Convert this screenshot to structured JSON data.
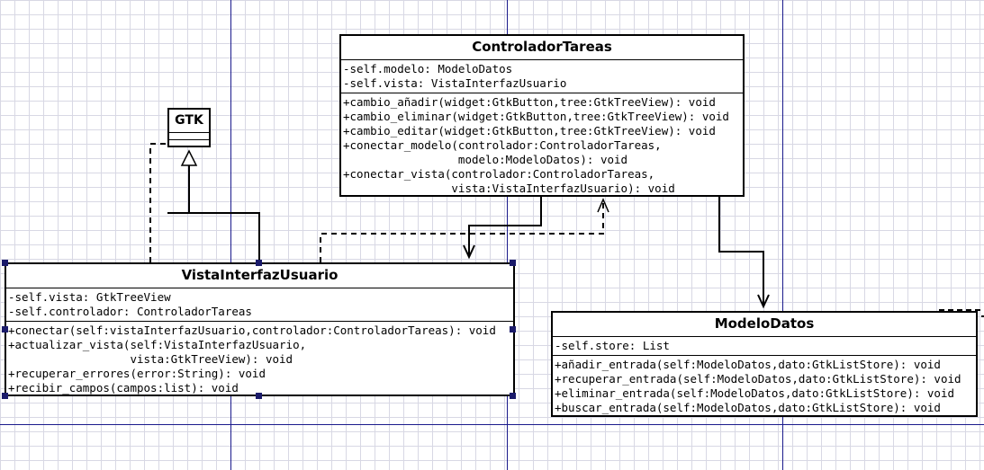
{
  "gtk": {
    "name": "GTK"
  },
  "controlador": {
    "name": "ControladorTareas",
    "attributes": [
      "-self.modelo: ModeloDatos",
      "-self.vista: VistaInterfazUsuario"
    ],
    "methods": [
      "+cambio_añadir(widget:GtkButton,tree:GtkTreeView): void",
      "+cambio_eliminar(widget:GtkButton,tree:GtkTreeView): void",
      "+cambio_editar(widget:GtkButton,tree:GtkTreeView): void",
      "+conectar_modelo(controlador:ControladorTareas,",
      "                 modelo:ModeloDatos): void",
      "+conectar_vista(controlador:ControladorTareas,",
      "                vista:VistaInterfazUsuario): void"
    ]
  },
  "vista": {
    "name": "VistaInterfazUsuario",
    "attributes": [
      "-self.vista: GtkTreeView",
      "-self.controlador: ControladorTareas"
    ],
    "methods": [
      "+conectar(self:vistaInterfazUsuario,controlador:ControladorTareas): void",
      "+actualizar_vista(self:VistaInterfazUsuario,",
      "                  vista:GtkTreeView): void",
      "+recuperar_errores(error:String): void",
      "+recibir_campos(campos:list): void"
    ]
  },
  "modelo": {
    "name": "ModeloDatos",
    "attributes": [
      "-self.store: List"
    ],
    "methods": [
      "+añadir_entrada(self:ModeloDatos,dato:GtkListStore): void",
      "+recuperar_entrada(self:ModeloDatos,dato:GtkListStore): void",
      "+eliminar_entrada(self:ModeloDatos,dato:GtkListStore): void",
      "+buscar_entrada(self:ModeloDatos,dato:GtkListStore): void"
    ]
  },
  "colors": {
    "page_line": "#1a1a8c",
    "grid": "#d8d8e4",
    "handle": "#1a1a6a"
  }
}
